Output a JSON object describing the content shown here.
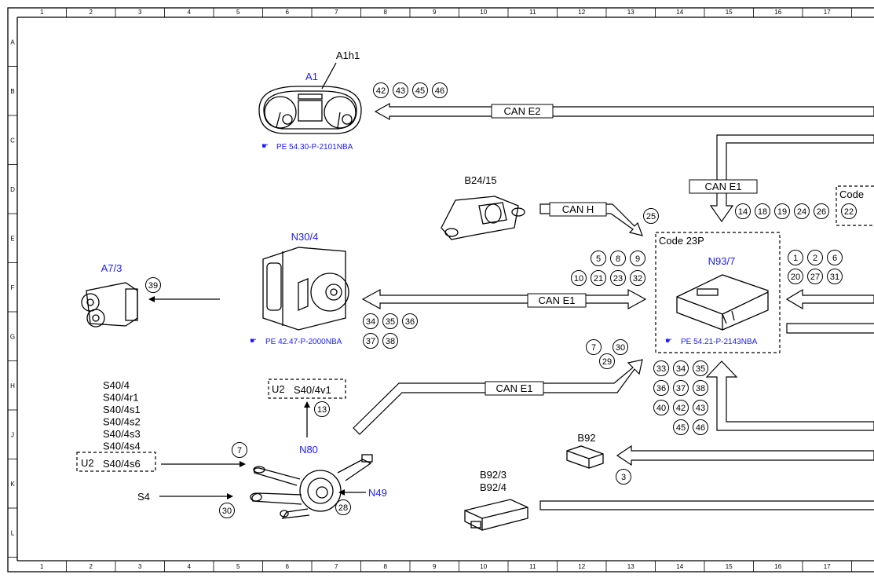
{
  "grid": {
    "cols": [
      "1",
      "2",
      "3",
      "4",
      "5",
      "6",
      "7",
      "8",
      "9",
      "10",
      "11",
      "12",
      "13",
      "14",
      "15",
      "16",
      "17"
    ],
    "rows": [
      "A",
      "B",
      "C",
      "D",
      "E",
      "F",
      "G",
      "H",
      "J",
      "K",
      "L"
    ]
  },
  "components": {
    "a1": {
      "label": "A1",
      "sub": "A1h1",
      "ref": "PE 54.30-P-2101NBA"
    },
    "b24": {
      "label": "B24/15"
    },
    "n30": {
      "label": "N30/4",
      "ref": "PE 42.47-P-2000NBA"
    },
    "a73": {
      "label": "A7/3"
    },
    "n93": {
      "label": "N93/7",
      "code": "Code 23P",
      "ref": "PE 54.21-P-2143NBA"
    },
    "code_right": "Code",
    "s40_list": [
      "S40/4",
      "S40/4r1",
      "S40/4s1",
      "S40/4s2",
      "S40/4s3",
      "S40/4s4"
    ],
    "u2a": {
      "prefix": "U2",
      "label": "S40/4s6"
    },
    "u2b": {
      "prefix": "U2",
      "label": "S40/4v1"
    },
    "s4": "S4",
    "n80": "N80",
    "n49": "N49",
    "b92": "B92",
    "b923": [
      "B92/3",
      "B92/4"
    ]
  },
  "buses": {
    "can_e2": "CAN E2",
    "can_e1_top": "CAN E1",
    "can_h": "CAN H",
    "can_e1_mid": "CAN E1",
    "can_e1_low": "CAN E1"
  },
  "circles": {
    "a1": [
      "42",
      "43",
      "45",
      "46"
    ],
    "b24": [
      "25"
    ],
    "a73": [
      "39"
    ],
    "n30": [
      "34",
      "35",
      "36",
      "37",
      "38"
    ],
    "can_mid_top": [
      "5",
      "8",
      "9",
      "10",
      "21",
      "23",
      "32"
    ],
    "can_e1_top": [
      "14",
      "18",
      "19",
      "24",
      "26"
    ],
    "code_right": [
      "22"
    ],
    "n93_right": [
      "1",
      "2",
      "6",
      "20",
      "27",
      "31"
    ],
    "low_bus": [
      "7",
      "30",
      "29"
    ],
    "n93_bottom": [
      "33",
      "34",
      "35",
      "36",
      "37",
      "38",
      "40",
      "42",
      "43",
      "45",
      "46"
    ],
    "u2b": [
      "13"
    ],
    "s40": [
      "7"
    ],
    "s4": [
      "30"
    ],
    "n49": [
      "28"
    ],
    "b92": [
      "3"
    ]
  }
}
